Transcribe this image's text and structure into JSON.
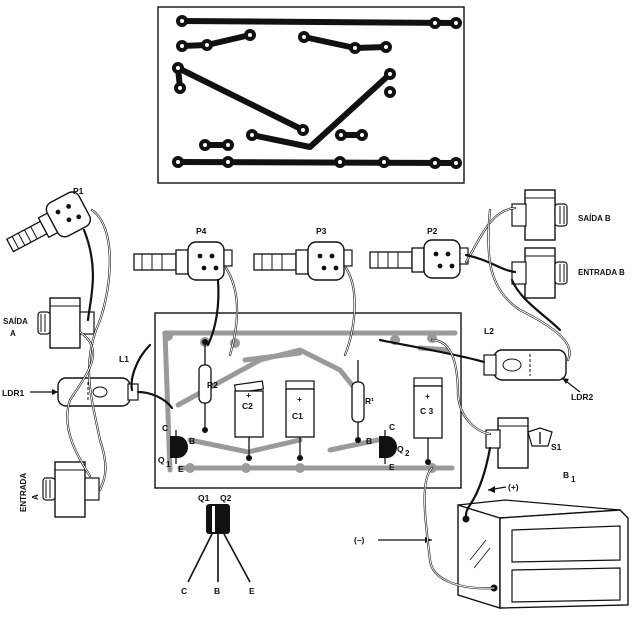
{
  "labels": {
    "p1": "P1",
    "p2": "P2",
    "p3": "P3",
    "p4": "P4",
    "l1": "L1",
    "l2": "L2",
    "ldr1": "LDR1",
    "ldr2": "LDR2",
    "saida_a_1": "SAÍDA",
    "saida_a_2": "A",
    "entrada_a": "ENTRADA",
    "entrada_a_letter": "A",
    "saida_b": "SAÍDA  B",
    "entrada_b": "ENTRADA  B",
    "r2": "R2",
    "r1": "R¹",
    "c1": "C1",
    "c2": "C2",
    "c3": "C 3",
    "q1": "Q",
    "q1_sub": "1",
    "q2": "Q",
    "q2_sub": "2",
    "q_c": "C",
    "q_b": "B",
    "q_e": "E",
    "q2_c": "C",
    "q2_b": "B",
    "q2_e": "E",
    "s1": "S1",
    "b1": "B",
    "b1_sub": "1",
    "plus": "(+)",
    "minus": "(–)",
    "pin_q1": "Q1",
    "pin_q2": "Q2",
    "pin_c": "C",
    "pin_b": "B",
    "pin_e": "E",
    "cap_plus": "+"
  }
}
